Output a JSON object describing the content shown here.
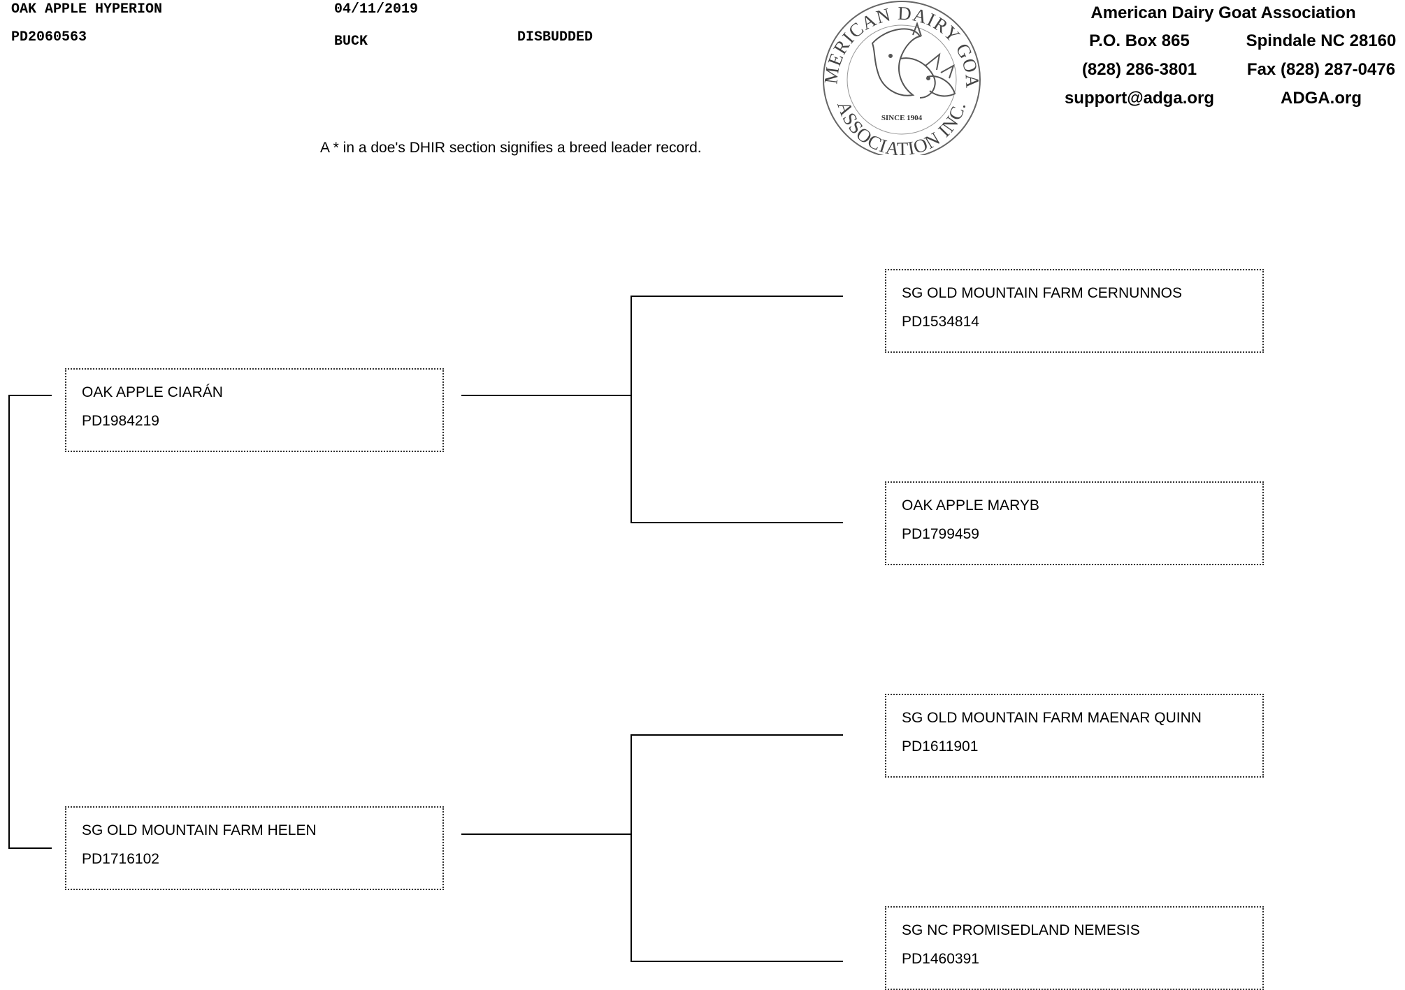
{
  "animal": {
    "name": "OAK APPLE HYPERION",
    "reg_number": "PD2060563",
    "birth_date": "04/11/2019",
    "sex": "BUCK",
    "horn_status": "DISBUDDED"
  },
  "note": "A * in a doe's DHIR section signifies a breed leader record.",
  "logo": {
    "top_text": "AMERICAN DAIRY GOAT",
    "bottom_text": "ASSOCIATION INC.",
    "since": "SINCE 1904"
  },
  "org": {
    "name": "American Dairy Goat Association",
    "po_box": "P.O. Box 865",
    "city": "Spindale NC 28160",
    "phone": "(828) 286-3801",
    "fax": "Fax (828) 287-0476",
    "email": "support@adga.org",
    "website": "ADGA.org"
  },
  "pedigree": {
    "sire": {
      "name": "OAK APPLE CIARÁN",
      "reg": "PD1984219"
    },
    "dam": {
      "name": "SG OLD MOUNTAIN FARM HELEN",
      "reg": "PD1716102"
    },
    "sire_sire": {
      "name": "SG OLD MOUNTAIN FARM CERNUNNOS",
      "reg": "PD1534814"
    },
    "sire_dam": {
      "name": "OAK APPLE MARYB",
      "reg": "PD1799459"
    },
    "dam_sire": {
      "name": "SG OLD MOUNTAIN FARM MAENAR QUINN",
      "reg": "PD1611901"
    },
    "dam_dam": {
      "name": "SG NC PROMISEDLAND NEMESIS",
      "reg": "PD1460391"
    }
  }
}
